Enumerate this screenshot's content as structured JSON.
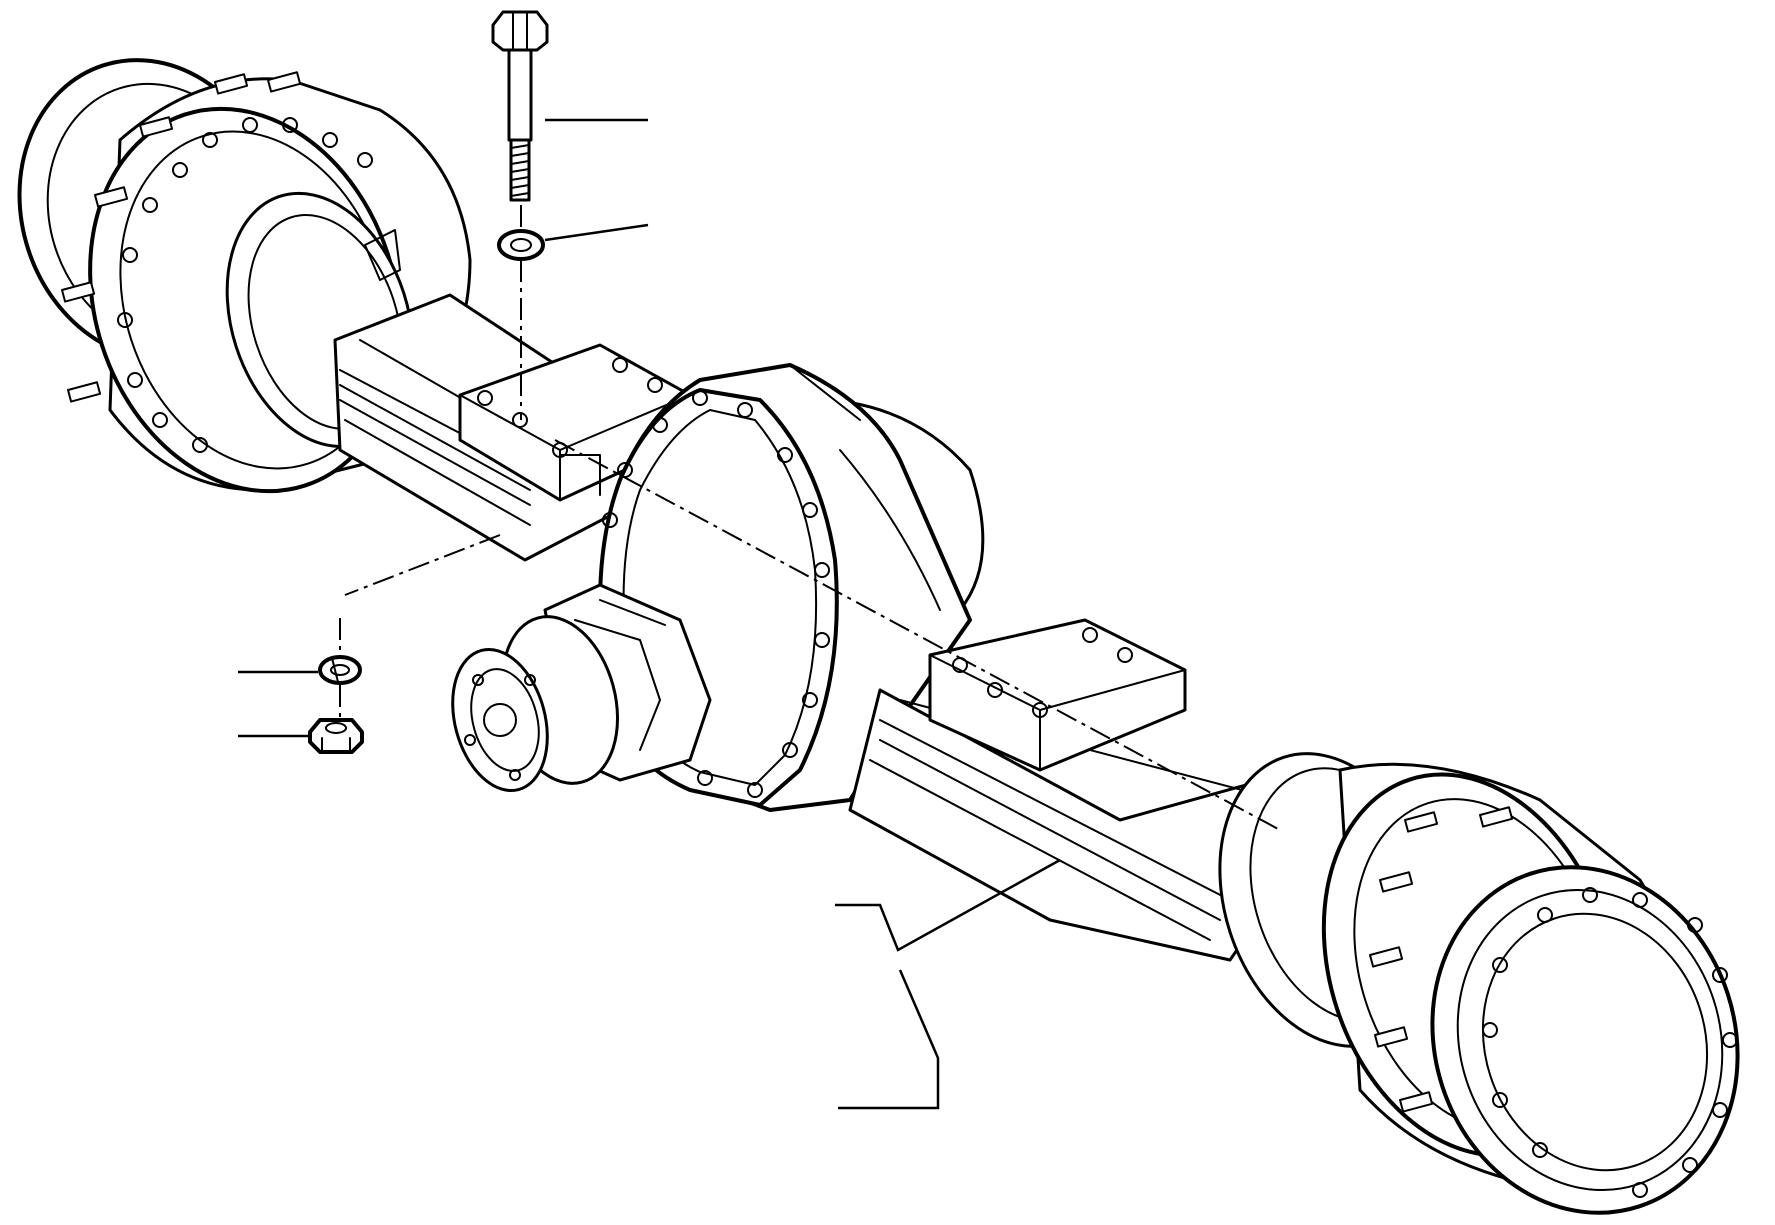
{
  "drawing": {
    "subject": "",
    "parts": [
      {
        "id": "bolt",
        "icon": "hex-bolt-icon"
      },
      {
        "id": "upper-washer",
        "icon": "washer-icon"
      },
      {
        "id": "lock-washer",
        "icon": "spring-washer-icon"
      },
      {
        "id": "nut",
        "icon": "hex-nut-icon"
      },
      {
        "id": "axle-assembly",
        "icon": "axle-icon"
      }
    ],
    "callouts": [
      {
        "part": "bolt",
        "label": ""
      },
      {
        "part": "upper-washer",
        "label": ""
      },
      {
        "part": "lock-washer",
        "label": ""
      },
      {
        "part": "nut",
        "label": ""
      },
      {
        "part": "axle-assembly",
        "label": ""
      }
    ],
    "line_color": "#000000",
    "background_color": "#ffffff"
  }
}
